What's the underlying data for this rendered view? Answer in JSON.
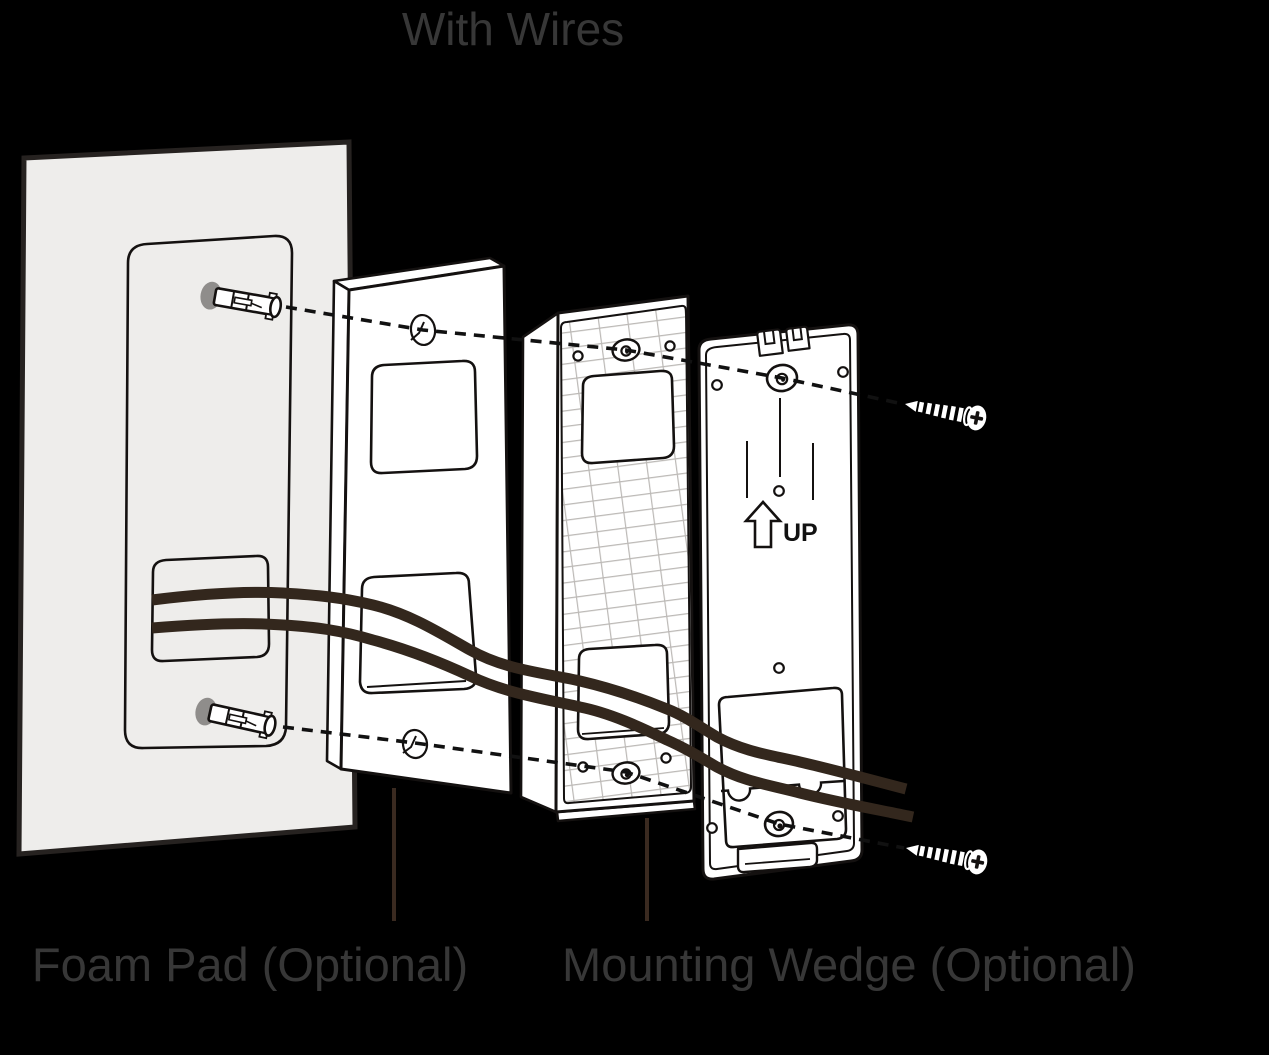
{
  "title": "With Wires",
  "labels": {
    "foam_pad": "Foam Pad (Optional)",
    "mounting_wedge": "Mounting Wedge (Optional)",
    "up_marking": "UP"
  },
  "colors": {
    "background": "#000000",
    "wall_fill": "#eeedeb",
    "outline": "#141110",
    "wall_edge": "#262220",
    "part_fill": "#ffffff",
    "grid_line": "#bcb9b6",
    "wire": "#33271d",
    "dash": "#111111",
    "leader": "#3a2a20",
    "text": "#373737",
    "marking": "#111111",
    "anchor_flange": "#8f8d8b"
  }
}
